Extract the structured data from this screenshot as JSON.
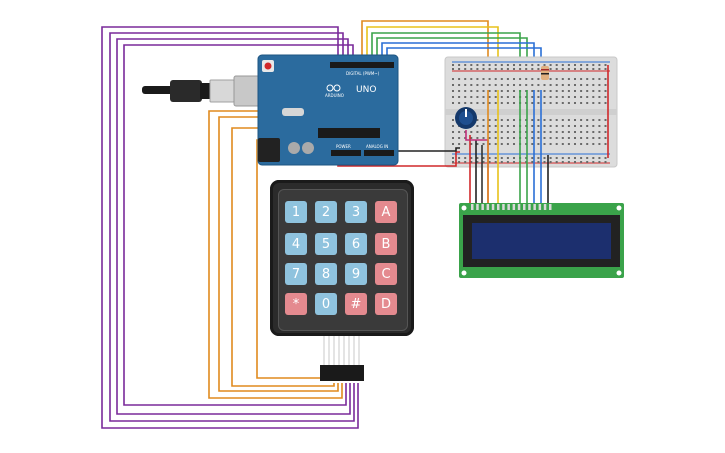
{
  "arduino": {
    "model": "UNO",
    "brand": "ARDUINO",
    "digital_label": "DIGITAL (PWM~)",
    "power_label": "POWER",
    "analog_label": "ANALOG IN"
  },
  "keypad": {
    "keys": [
      [
        "1",
        "2",
        "3",
        "A"
      ],
      [
        "4",
        "5",
        "6",
        "B"
      ],
      [
        "7",
        "8",
        "9",
        "C"
      ],
      [
        "*",
        "0",
        "#",
        "D"
      ]
    ]
  },
  "colors": {
    "purple_wire": "#7a2a9a",
    "orange_wire": "#e08a1e",
    "yellow_wire": "#e8c21a",
    "green_wire": "#3aa34a",
    "blue_wire": "#2a6fd6",
    "red_wire": "#d0282a",
    "black_wire": "#222222",
    "board_blue": "#2b6b9e",
    "lcd_green": "#3aa34a",
    "lcd_screen": "#1c2f6e",
    "key_numeric": "#8fc3de",
    "key_letter": "#e48a8f"
  }
}
